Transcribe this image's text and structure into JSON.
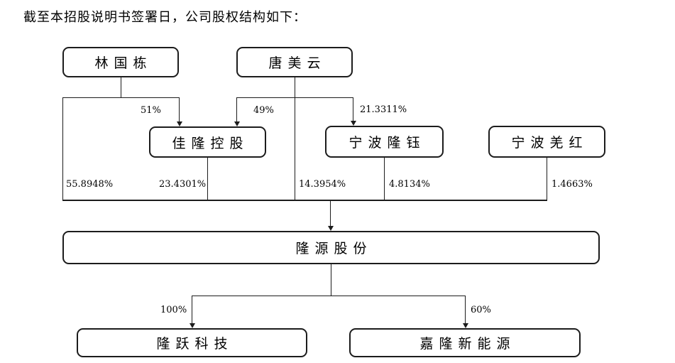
{
  "title": "截至本招股说明书签署日，公司股权结构如下：",
  "diagram_type": "equity-structure-flowchart",
  "colors": {
    "line": "#1c1c1c",
    "background": "#ffffff"
  },
  "nodes": {
    "lin_guodong": {
      "label": "林国栋"
    },
    "tang_meiyun": {
      "label": "唐美云"
    },
    "jialong_holdings": {
      "label": "佳隆控股"
    },
    "ningbo_longyu": {
      "label": "宁波隆钰"
    },
    "ningbo_qianghong": {
      "label": "宁波羌红"
    },
    "longyuan_shares": {
      "label": "隆源股份"
    },
    "longyue_tech": {
      "label": "隆跃科技"
    },
    "jialong_new_energy": {
      "label": "嘉隆新能源"
    }
  },
  "edges": [
    {
      "from": "林国栋",
      "to": "佳隆控股",
      "percent": "51%"
    },
    {
      "from": "唐美云",
      "to": "佳隆控股",
      "percent": "49%"
    },
    {
      "from": "唐美云",
      "to": "宁波隆钰",
      "percent": "21.3311%"
    },
    {
      "from": "林国栋",
      "to": "隆源股份",
      "percent": "55.8948%"
    },
    {
      "from": "佳隆控股",
      "to": "隆源股份",
      "percent": "23.4301%"
    },
    {
      "from": "唐美云",
      "to": "隆源股份",
      "percent": "14.3954%"
    },
    {
      "from": "宁波隆钰",
      "to": "隆源股份",
      "percent": "4.8134%"
    },
    {
      "from": "宁波羌红",
      "to": "隆源股份",
      "percent": "1.4663%"
    },
    {
      "from": "隆源股份",
      "to": "隆跃科技",
      "percent": "100%"
    },
    {
      "from": "隆源股份",
      "to": "嘉隆新能源",
      "percent": "60%"
    }
  ]
}
